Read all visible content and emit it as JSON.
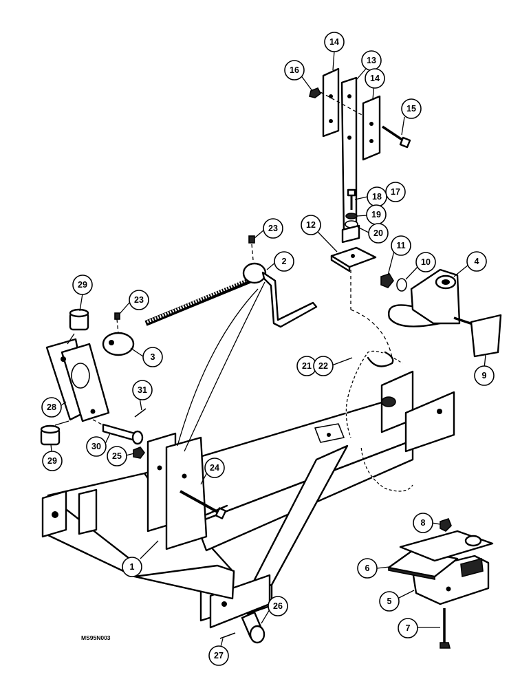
{
  "drawing_code": "MS95N003",
  "callouts": [
    "1",
    "2",
    "3",
    "4",
    "5",
    "6",
    "7",
    "8",
    "9",
    "10",
    "11",
    "12",
    "13",
    "14",
    "14",
    "15",
    "16",
    "17",
    "18",
    "19",
    "20",
    "21",
    "22",
    "23",
    "23",
    "24",
    "25",
    "26",
    "27",
    "28",
    "29",
    "29",
    "30",
    "31"
  ]
}
